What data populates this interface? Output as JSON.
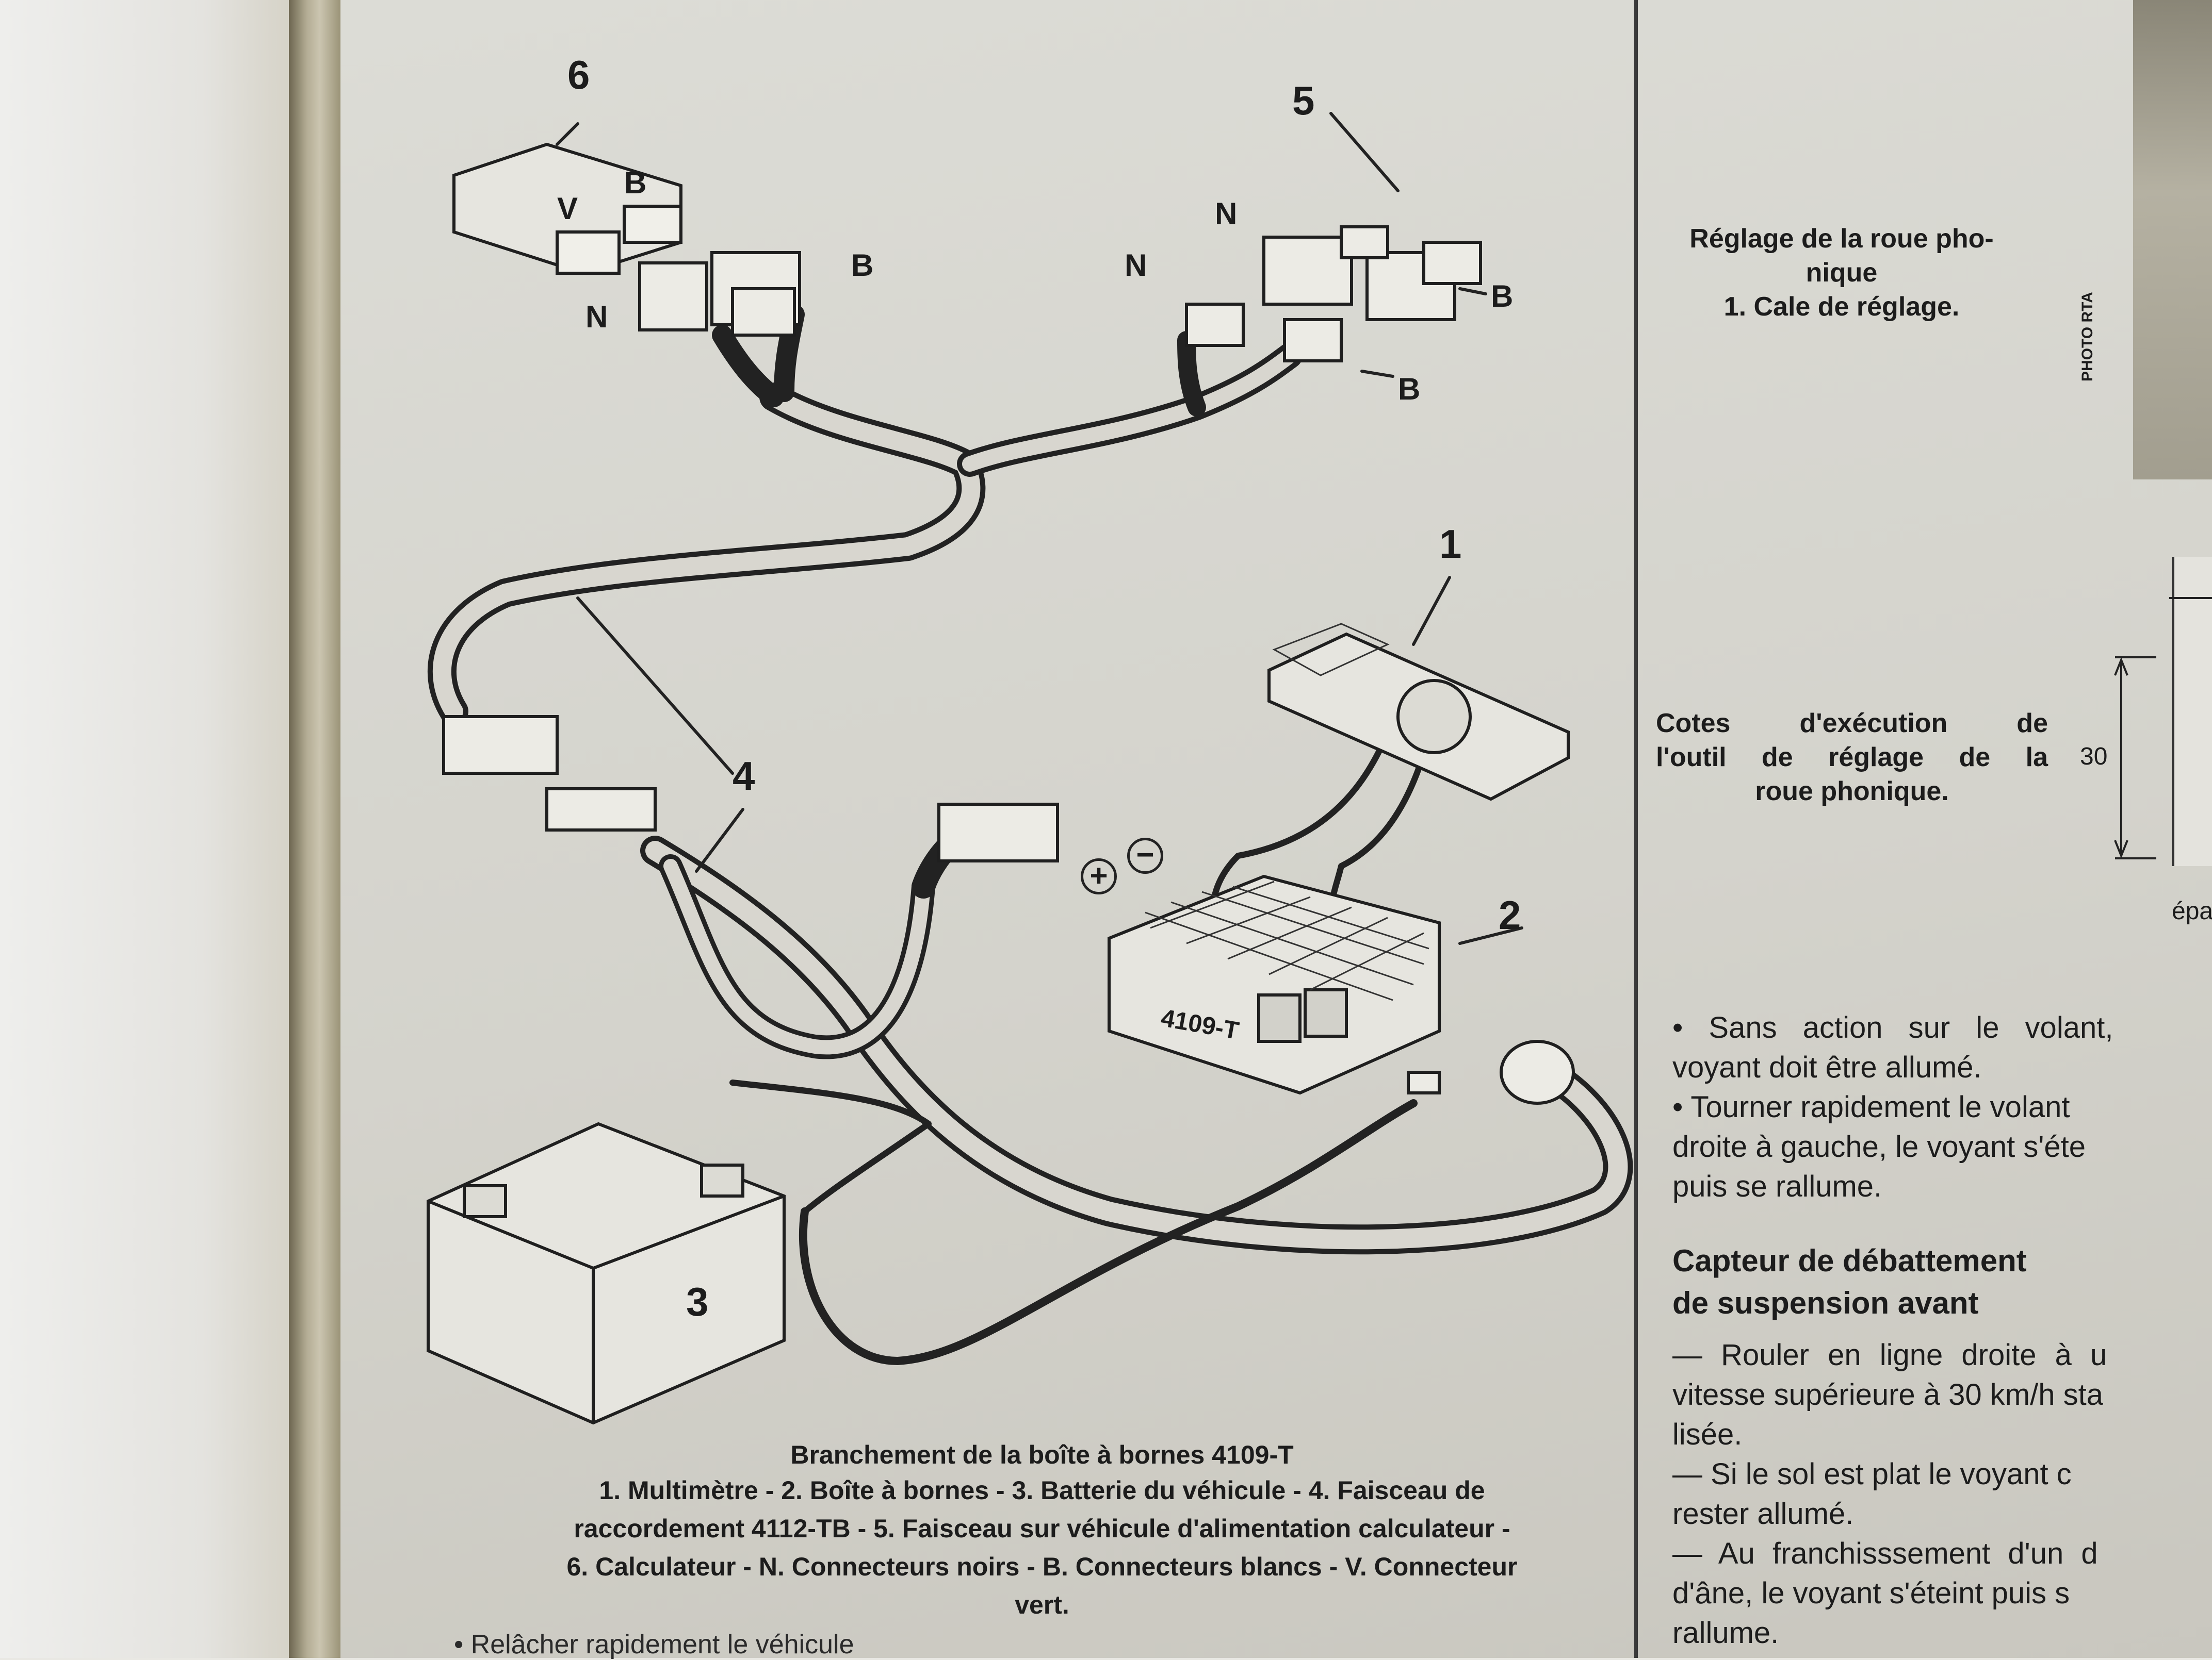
{
  "figure": {
    "callouts": [
      "1",
      "2",
      "3",
      "4",
      "4",
      "5",
      "6"
    ],
    "connector_labels": {
      "v": "V",
      "b": "B",
      "n": "N"
    },
    "box_marking": "4109-T",
    "terminal_plus": "+",
    "terminal_minus": "−",
    "caption_title": "Branchement de la boîte à bornes 4109-T",
    "caption_lines": [
      "1. Multimètre - 2. Boîte à bornes - 3. Batterie du véhicule - 4. Faisceau de",
      "raccordement 4112-TB - 5. Faisceau sur véhicule d'alimentation calculateur -",
      "6. Calculateur - N. Connecteurs noirs - B. Connecteurs blancs - V. Connecteur",
      "vert."
    ]
  },
  "right_column": {
    "photo_caption": [
      "Réglage de la roue pho-",
      "nique",
      "1. Cale de réglage."
    ],
    "photo_credit": "PHOTO RTA",
    "tool_caption": [
      "Cotes d'exécution de",
      "l'outil de réglage de la",
      "roue phonique."
    ],
    "dimension_30": "30",
    "dimension_cut": "épa",
    "bullets": [
      "• Sans action sur le volant,",
      "voyant doit être allumé.",
      "• Tourner rapidement le volant",
      "droite à gauche, le voyant s'éte",
      "puis se rallume."
    ],
    "section_heading": [
      "Capteur de débattement",
      "de suspension avant"
    ],
    "section_text": [
      "— Rouler en ligne droite à u",
      "vitesse supérieure à 30 km/h sta",
      "lisée.",
      "— Si le sol est plat le voyant c",
      "rester allumé.",
      "— Au franchisssement d'un d",
      "d'âne, le voyant s'éteint puis s",
      "rallume."
    ]
  },
  "bottom_cut_text": "• Relâcher rapidement le véhicule"
}
